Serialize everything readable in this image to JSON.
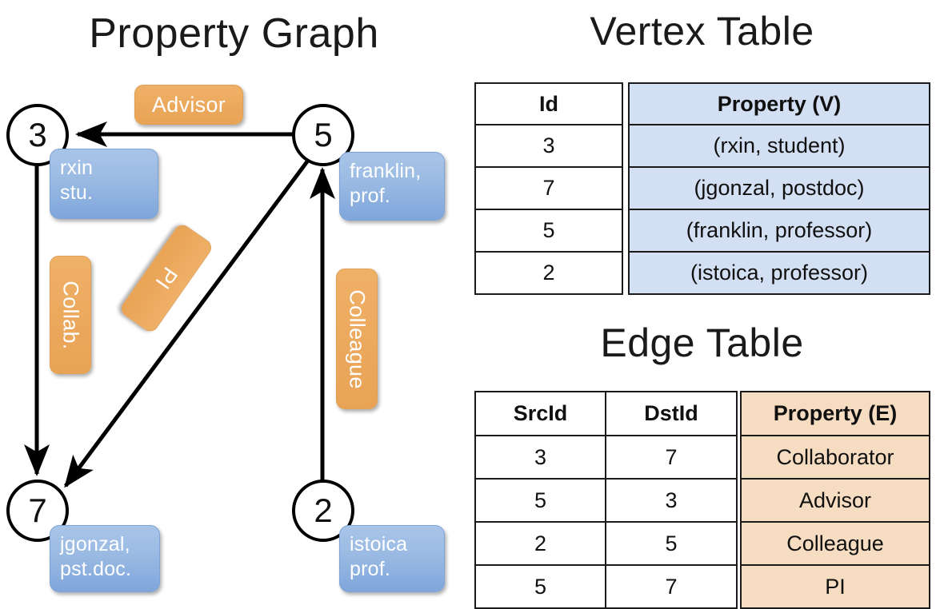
{
  "titles": {
    "property_graph": "Property Graph",
    "vertex_table": "Vertex Table",
    "edge_table": "Edge Table"
  },
  "graph": {
    "nodes": [
      {
        "id": "3",
        "label": "3",
        "prop_line1": "rxin",
        "prop_line2": "stu."
      },
      {
        "id": "5",
        "label": "5",
        "prop_line1": "franklin,",
        "prop_line2": "prof."
      },
      {
        "id": "7",
        "label": "7",
        "prop_line1": "jgonzal,",
        "prop_line2": "pst.doc."
      },
      {
        "id": "2",
        "label": "2",
        "prop_line1": "istoica",
        "prop_line2": "prof."
      }
    ],
    "edge_labels": [
      {
        "key": "advisor",
        "text": "Advisor"
      },
      {
        "key": "collab",
        "text": "Collab."
      },
      {
        "key": "pi",
        "text": "PI"
      },
      {
        "key": "colleague",
        "text": "Colleague"
      }
    ],
    "edges": [
      {
        "from": "5",
        "to": "3",
        "label": "Advisor"
      },
      {
        "from": "3",
        "to": "7",
        "label": "Collab."
      },
      {
        "from": "5",
        "to": "7",
        "label": "PI"
      },
      {
        "from": "2",
        "to": "5",
        "label": "Colleague"
      }
    ]
  },
  "vertex_table": {
    "headers": [
      "Id",
      "Property (V)"
    ],
    "rows": [
      [
        "3",
        "(rxin, student)"
      ],
      [
        "7",
        "(jgonzal, postdoc)"
      ],
      [
        "5",
        "(franklin, professor)"
      ],
      [
        "2",
        "(istoica, professor)"
      ]
    ]
  },
  "edge_table": {
    "headers": [
      "SrcId",
      "DstId",
      "Property (E)"
    ],
    "rows": [
      [
        "3",
        "7",
        "Collaborator"
      ],
      [
        "5",
        "3",
        "Advisor"
      ],
      [
        "2",
        "5",
        "Colleague"
      ],
      [
        "5",
        "7",
        "PI"
      ]
    ]
  },
  "colors": {
    "vertex_box": "#8fb3e0",
    "edge_box": "#eaa85c",
    "vertex_cell": "#d3dff2",
    "edge_cell": "#f6dcc1",
    "stroke": "#000000"
  }
}
